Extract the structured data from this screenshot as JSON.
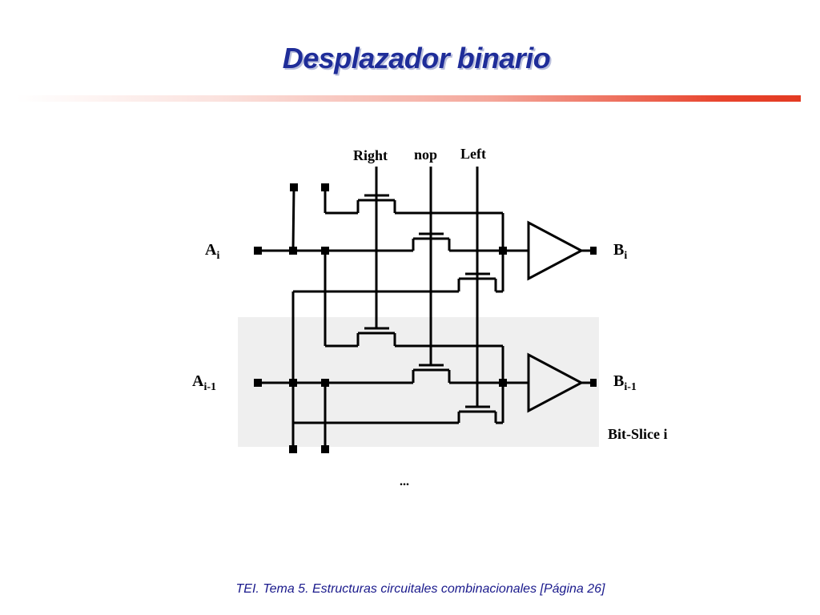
{
  "slide": {
    "title": "Desplazador binario",
    "footer": "TEI. Tema 5. Estructuras circuitales combinacionales [Página 26]"
  },
  "diagram": {
    "controls": {
      "right": "Right",
      "nop": "nop",
      "left": "Left"
    },
    "inputs": {
      "a_i": {
        "base": "A",
        "sub": "i"
      },
      "a_i1": {
        "base": "A",
        "sub": "i-1"
      }
    },
    "outputs": {
      "b_i": {
        "base": "B",
        "sub": "i"
      },
      "b_i1": {
        "base": "B",
        "sub": "i-1"
      }
    },
    "slice_label": "Bit-Slice i",
    "ellipsis": "...",
    "colors": {
      "wire": "#000000",
      "slice_bg": "#efefef"
    }
  }
}
